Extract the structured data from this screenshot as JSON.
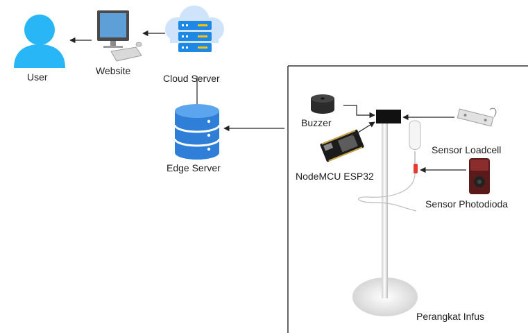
{
  "labels": {
    "user": "User",
    "website": "Website",
    "cloud_server": "Cloud Server",
    "edge_server": "Edge Server",
    "buzzer": "Buzzer",
    "nodemcu": "NodeMCU ESP32",
    "sensor_loadcell": "Sensor Loadcell",
    "sensor_photodioda": "Sensor Photodioda",
    "perangkat_infus": "Perangkat Infus"
  },
  "icons": {
    "user": "user-icon",
    "website": "desktop-computer-icon",
    "cloud_server": "cloud-server-icon",
    "edge_server": "database-icon",
    "buzzer": "buzzer-icon",
    "nodemcu": "microcontroller-board-icon",
    "sensor_loadcell": "load-cell-icon",
    "sensor_photodioda": "photodiode-sensor-icon",
    "perangkat_infus": "iv-stand-icon"
  },
  "colors": {
    "user": "#29b6f6",
    "database": "#2f7fd8",
    "cloud": "#1e88e5",
    "line": "#222222"
  }
}
